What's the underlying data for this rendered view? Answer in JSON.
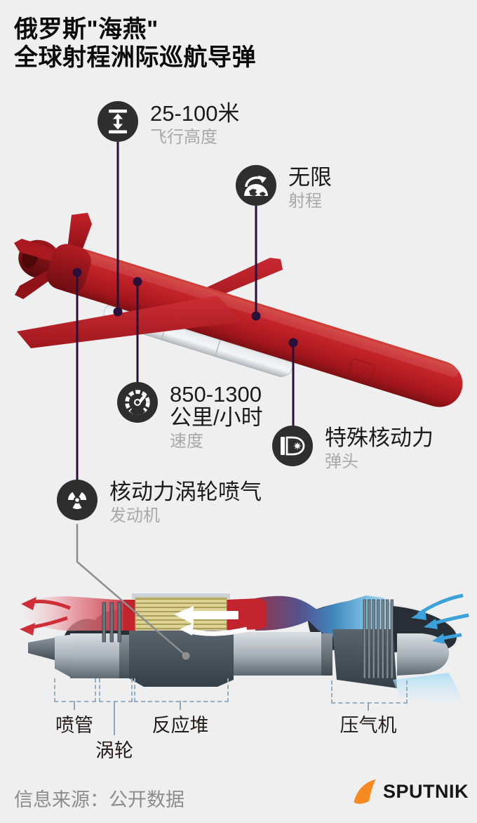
{
  "title": {
    "line1": "俄罗斯\"海燕\"",
    "line2": "全球射程洲际巡航导弹"
  },
  "specs": [
    {
      "name": "altitude",
      "icon": "altitude-range-icon",
      "value": "25-100米",
      "label": "飞行高度"
    },
    {
      "name": "range",
      "icon": "globe-range-icon",
      "value": "无限",
      "label": "射程"
    },
    {
      "name": "speed",
      "icon": "speedometer-icon",
      "value": "850-1300",
      "value2": "公里/小时",
      "label": "速度"
    },
    {
      "name": "warhead",
      "icon": "nuclear-warhead-icon",
      "value": "特殊核动力",
      "label": "弹头"
    },
    {
      "name": "engine",
      "icon": "radiation-icon",
      "value": "核动力涡轮喷气",
      "label": "发动机"
    }
  ],
  "engine_diagram": {
    "labels": [
      {
        "name": "nozzle",
        "text": "喷管"
      },
      {
        "name": "turbine",
        "text": "涡轮"
      },
      {
        "name": "reactor",
        "text": "反应堆"
      },
      {
        "name": "compressor",
        "text": "压气机"
      }
    ]
  },
  "footer": {
    "source": "信息来源：公开数据",
    "brand": "SPUTNIK"
  },
  "colors": {
    "background": "#efeff0",
    "missile_red": "#b81e24",
    "icon_circle": "#2e2e2e",
    "connector_purple": "#2a1038",
    "label_gray": "#a9a9a9",
    "reactor_yellow": "#ddd394",
    "flow_red": "#c2242e",
    "flow_blue": "#3ba2da",
    "bracket_blue": "#97adc0",
    "brand_orange": "#f6891f"
  }
}
